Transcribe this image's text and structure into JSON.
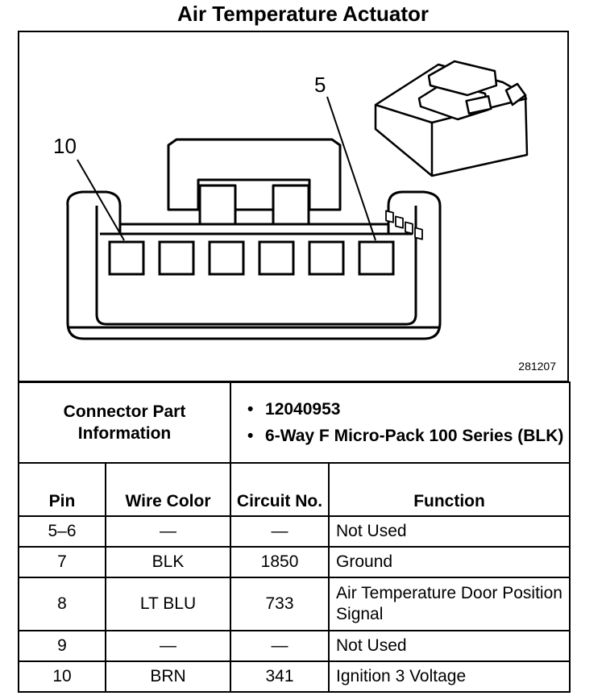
{
  "title": "Air Temperature Actuator",
  "diagram": {
    "pin_label_left": "10",
    "pin_label_right": "5",
    "figure_id": "281207"
  },
  "connector": {
    "label": "Connector Part Information",
    "items": [
      "12040953",
      "6-Way F Micro-Pack 100 Series (BLK)"
    ]
  },
  "table": {
    "headers": {
      "pin": "Pin",
      "wire_color": "Wire Color",
      "circuit": "Circuit No.",
      "function": "Function"
    },
    "rows": [
      {
        "pin": "5–6",
        "wire": "—",
        "circuit": "—",
        "function": "Not Used"
      },
      {
        "pin": "7",
        "wire": "BLK",
        "circuit": "1850",
        "function": "Ground"
      },
      {
        "pin": "8",
        "wire": "LT BLU",
        "circuit": "733",
        "function": "Air Temperature Door Position Signal"
      },
      {
        "pin": "9",
        "wire": "—",
        "circuit": "—",
        "function": "Not Used"
      },
      {
        "pin": "10",
        "wire": "BRN",
        "circuit": "341",
        "function": "Ignition 3 Voltage"
      }
    ]
  }
}
